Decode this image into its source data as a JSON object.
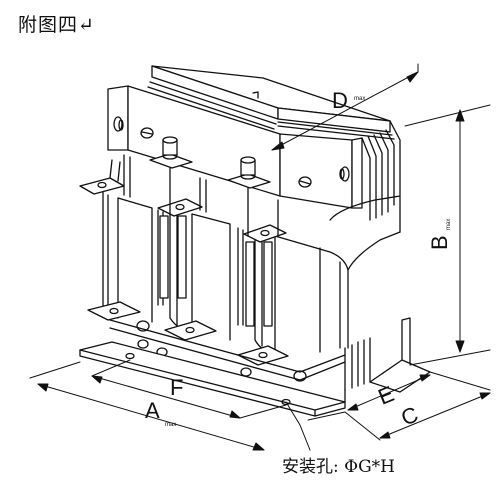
{
  "figure_title": "附图四↵",
  "labels": {
    "A": "A",
    "A_sub": "max",
    "B": "B",
    "B_sub": "max",
    "C": "C",
    "D": "D",
    "D_sub": "max",
    "E": "E",
    "F": "F",
    "mounting_hole": "安装孔: ΦG*H"
  }
}
